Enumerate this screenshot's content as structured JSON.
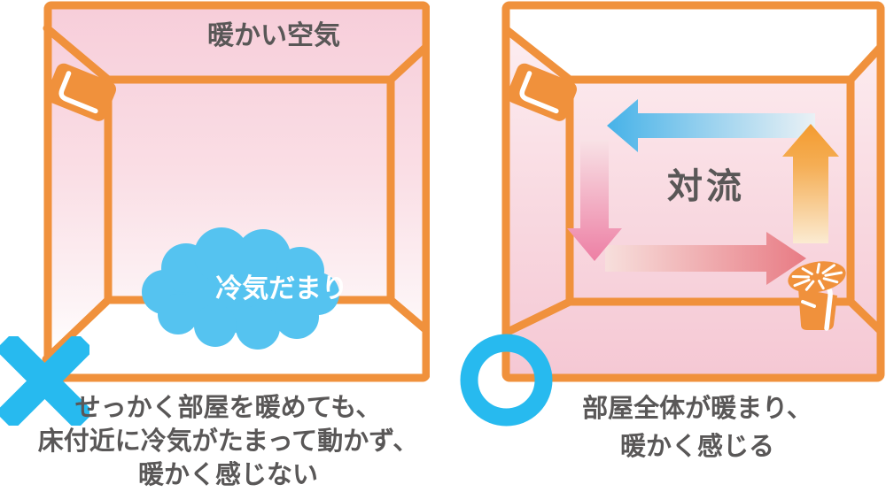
{
  "left_panel": {
    "room_label": "暖かい空気",
    "cloud_label": "冷気だまり",
    "verdict": "×",
    "caption_lines": [
      "せっかく部屋を暖めても、",
      "床付近に冷気がたまって動かず、",
      "暖かく感じない"
    ]
  },
  "right_panel": {
    "center_label": "対流",
    "verdict": "○",
    "caption_lines": [
      "部屋全体が暖まり、",
      "暖かく感じる"
    ]
  },
  "icons": {
    "air_conditioner": "air-conditioner-icon",
    "cold_air_cloud": "cold-air-cloud-icon",
    "circulator_fan": "circulator-fan-icon",
    "cross_mark": "cross-mark-icon",
    "circle_mark": "circle-mark-icon",
    "arrows": [
      "blue-arrow-left-icon",
      "pink-arrow-down-icon",
      "red-arrow-right-icon",
      "orange-arrow-up-icon"
    ]
  },
  "colors": {
    "room_line_orange": "#F0913C",
    "mark_blue": "#27BAEF",
    "cloud_blue": "#55C3F0",
    "text_gray": "#595757",
    "warm_pink_deep": "#F5C8D4",
    "warm_pink_light": "#F7CEDA",
    "arrow_blue": "#46B2E8",
    "arrow_pink": "#ED7FA4",
    "arrow_red": "#E87B84",
    "arrow_orange": "#F39B2F"
  }
}
